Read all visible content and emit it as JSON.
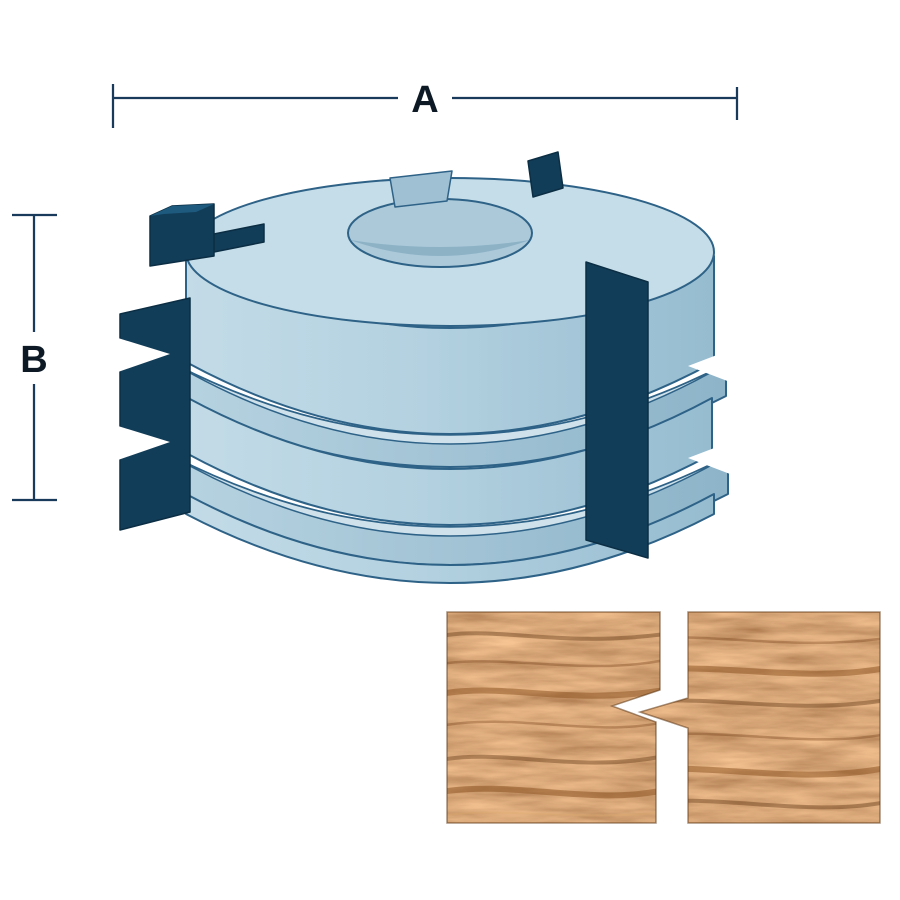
{
  "figure": {
    "subject": "Stacked glue-joint shaper cutter illustration with matching wood joint profile sample",
    "dimension_a_label": "A",
    "dimension_b_label": "B",
    "colors": {
      "outline": "#2e6287",
      "body_top": "#c5dde8",
      "body_side": "#b3d1e0",
      "body_ring": "#9fc3d5",
      "blade_dark": "#123d58",
      "dimension_line": "#1a3a5c",
      "wood_base": "#a9662c",
      "wood_grain_dark": "#6f3c14",
      "background": "#ffffff"
    }
  }
}
